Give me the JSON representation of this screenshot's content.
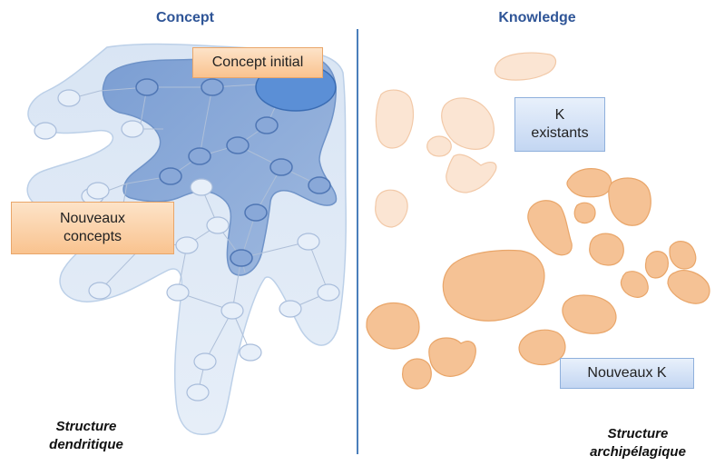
{
  "headings": {
    "left": "Concept",
    "right": "Knowledge"
  },
  "labels": {
    "concept_initial": "Concept initial",
    "nouveaux_concepts": "Nouveaux concepts",
    "k_existants": "K existants",
    "nouveaux_k": "Nouveaux K"
  },
  "captions": {
    "left_line1": "Structure",
    "left_line2": "dendritique",
    "right_line1": "Structure",
    "right_line2": "archipélagique"
  },
  "colors": {
    "heading": "#2f5597",
    "divider": "#4a7ebb",
    "outer_hand_fill": "#dbe6f4",
    "inner_hand_fill": "#8eaad6",
    "initial_node": "#5b8fd6",
    "known_island": "#fbe5d3",
    "new_island": "#f5c295"
  }
}
